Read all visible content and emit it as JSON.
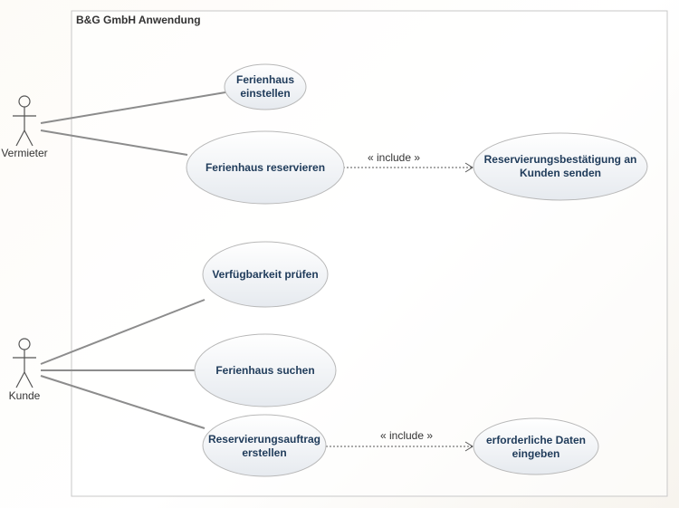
{
  "system": {
    "title": "B&G GmbH Anwendung"
  },
  "actors": {
    "vermieter": {
      "label": "Vermieter"
    },
    "kunde": {
      "label": "Kunde"
    }
  },
  "usecases": {
    "einstellen": {
      "line1": "Ferienhaus",
      "line2": "einstellen"
    },
    "reservieren": {
      "line1": "Ferienhaus reservieren"
    },
    "bestaetigung": {
      "line1": "Reservierungsbestätigung an",
      "line2": "Kunden senden"
    },
    "verfuegbarkeit": {
      "line1": "Verfügbarkeit prüfen"
    },
    "suchen": {
      "line1": "Ferienhaus suchen"
    },
    "auftrag": {
      "line1": "Reservierungsauftrag",
      "line2": "erstellen"
    },
    "daten": {
      "line1": "erforderliche Daten",
      "line2": "eingeben"
    }
  },
  "relations": {
    "include_label": "« include »"
  },
  "colors": {
    "usecase_fill_top": "#ffffff",
    "usecase_fill_bottom": "#e8ecf0",
    "usecase_text": "#1f3b5a"
  }
}
